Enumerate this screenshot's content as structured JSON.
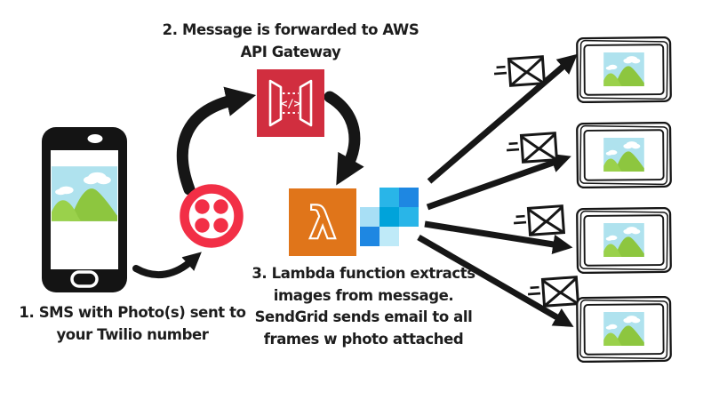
{
  "canvas": {
    "background": "#ffffff",
    "arrow_color": "#161616",
    "text_color": "#1d1d1d"
  },
  "labels": {
    "step1": {
      "lines": [
        "1. SMS with Photo(s) sent to",
        "your Twilio number"
      ]
    },
    "step2": {
      "lines": [
        "2. Message is forwarded to AWS",
        "API Gateway"
      ]
    },
    "step3": {
      "lines": [
        "3. Lambda function extracts",
        "images from message.",
        "SendGrid sends email to all",
        "frames w photo attached"
      ]
    }
  },
  "icons": {
    "phone": {
      "name": "smartphone-with-photo-icon",
      "body_color": "#141414",
      "screen_color": "#ffffff"
    },
    "twilio": {
      "name": "twilio-logo-icon",
      "color": "#F22F46"
    },
    "api_gateway": {
      "name": "aws-api-gateway-icon",
      "color": "#D12E3F",
      "glyph_color": "#ffffff",
      "glyph_text": "</>"
    },
    "lambda": {
      "name": "aws-lambda-icon",
      "color": "#E0751A",
      "glyph_color": "#ffffff",
      "glyph_text": "λ"
    },
    "sendgrid": {
      "name": "sendgrid-logo-icon",
      "colors": {
        "cyan": "#29B5E8",
        "blue": "#1E87E2",
        "deep": "#00A3DA",
        "pale": "#A8DFF5",
        "pale2": "#BFEAF8"
      }
    },
    "envelope": {
      "name": "speeding-email-envelope-icon"
    },
    "frame": {
      "name": "sketched-photo-frame-icon"
    }
  },
  "photo": {
    "sky": "#AFE2EE",
    "cloud": "#FFFFFF",
    "mountain": "#8DC63F",
    "mountain_light": "#9AD14B"
  }
}
